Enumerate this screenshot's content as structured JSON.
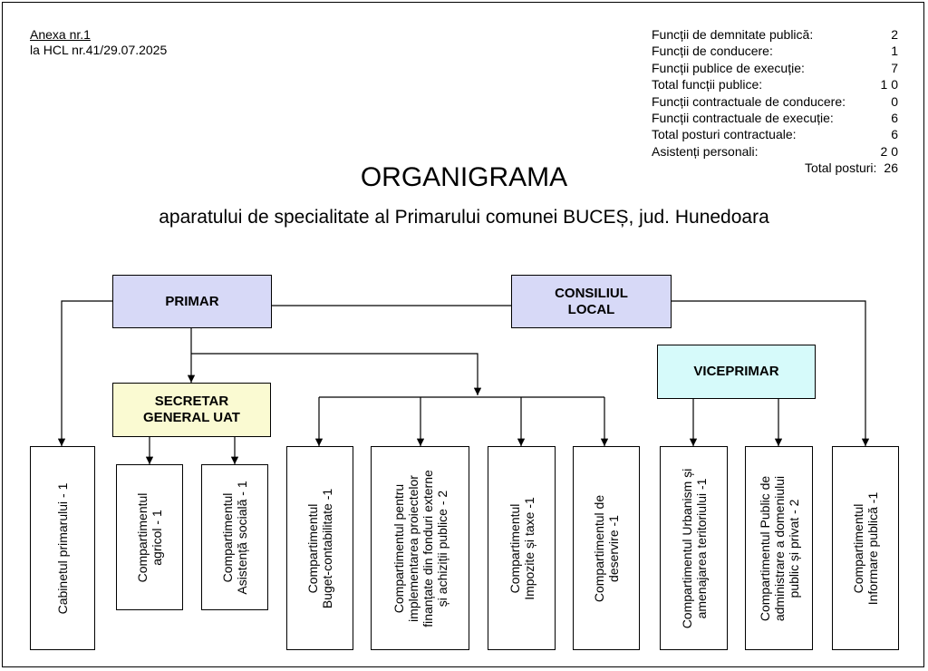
{
  "annex": {
    "line1": "Anexa nr.1",
    "line2": "la HCL nr.41/29.07.2025"
  },
  "stats": [
    {
      "label": "Funcții de demnitate publică:",
      "value": "2"
    },
    {
      "label": "Funcții de conducere:",
      "value": "1"
    },
    {
      "label": "Funcții publice de execuție:",
      "value": "7"
    },
    {
      "label": "Total funcții publice:",
      "value": "1 0"
    },
    {
      "label": "Funcții contractuale de conducere:",
      "value": "0"
    },
    {
      "label": "Funcții contractuale de execuție:",
      "value": "6"
    },
    {
      "label": "Total posturi contractuale:",
      "value": "6"
    },
    {
      "label": "Asistenți personali:",
      "value": "2 0"
    }
  ],
  "total": {
    "label": "Total posturi:",
    "value": "26"
  },
  "title": "ORGANIGRAMA",
  "subtitle": "aparatului de specialitate al Primarului comunei BUCEȘ, jud. Hunedoara",
  "boxes": {
    "primar": "PRIMAR",
    "consiliu_l1": "CONSILIUL",
    "consiliu_l2": "LOCAL",
    "secretar_l1": "SECRETAR",
    "secretar_l2": "GENERAL UAT",
    "vice": "VICEPRIMAR"
  },
  "departments": [
    {
      "lines": [
        "Cabinetul primarului - 1"
      ]
    },
    {
      "lines": [
        "Compartimentul",
        "agricol - 1"
      ]
    },
    {
      "lines": [
        "Compartimentul",
        "Asistență socială - 1"
      ]
    },
    {
      "lines": [
        "Compartimentul",
        "Buget-contabilitate -1"
      ]
    },
    {
      "lines": [
        "Compartimentul pentru",
        "implementarea proiectelor",
        "finanțate din fonduri externe",
        "și achiziții publice - 2"
      ]
    },
    {
      "lines": [
        "Compartimentul",
        "Impozite și taxe -1"
      ]
    },
    {
      "lines": [
        "Compartimentul de",
        "deservire -1"
      ]
    },
    {
      "lines": [
        "Compartimentul Urbanism și",
        "amenajarea teritoriului -1"
      ]
    },
    {
      "lines": [
        "Compartimentul Public de",
        "administrare a domeniului",
        "public și privat - 2"
      ]
    },
    {
      "lines": [
        "Compartimentul",
        "Informare publică -1"
      ]
    }
  ]
}
